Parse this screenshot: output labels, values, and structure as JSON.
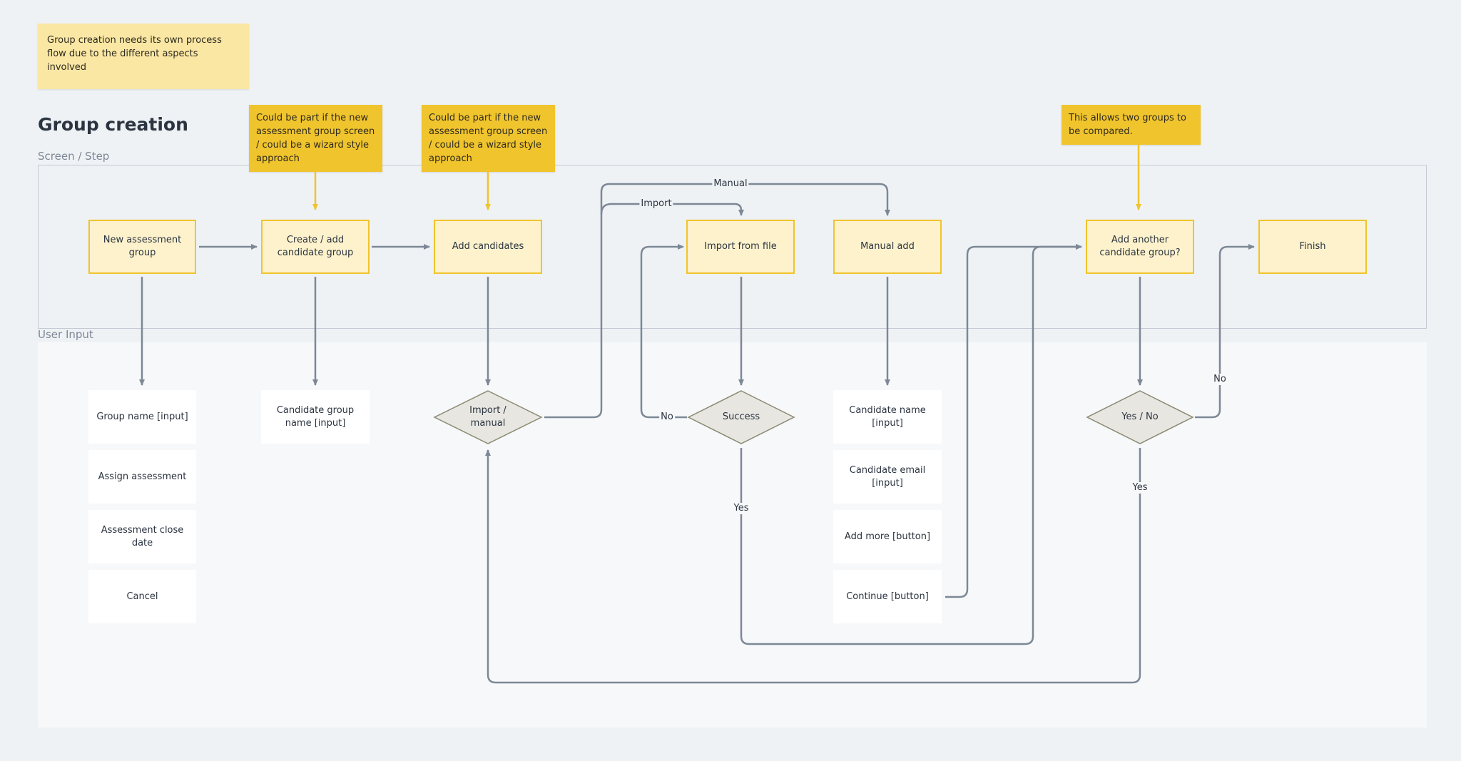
{
  "notes": {
    "group_note": "Group creation needs its own process flow due to the different aspects involved",
    "wizard_note_1": "Could be part if the new assessment group screen / could be a wizard style approach",
    "wizard_note_2": "Could be part if the new assessment group screen / could be a wizard style approach",
    "compare_note": "This allows two groups to be compared."
  },
  "title": "Group creation",
  "lanes": {
    "screen": "Screen / Step",
    "input": "User Input"
  },
  "screens": {
    "new_group": "New assessment group",
    "create_candidate_group": "Create / add candidate group",
    "add_candidates": "Add candidates",
    "import_file": "Import from file",
    "manual_add": "Manual add",
    "add_another": "Add another candidate group?",
    "finish": "Finish"
  },
  "inputs": {
    "group_name": "Group name [input]",
    "assign_assessment": "Assign assessment",
    "close_date": "Assessment close date",
    "cancel": "Cancel",
    "candidate_group_name": "Candidate group name [input]",
    "candidate_name": "Candidate name [input]",
    "candidate_email": "Candidate email [input]",
    "add_more": "Add more [button]",
    "continue": "Continue [button]"
  },
  "decisions": {
    "import_manual": "Import / manual",
    "success": "Success",
    "yes_no": "Yes / No"
  },
  "edge_labels": {
    "manual": "Manual",
    "import": "Import",
    "no_success": "No",
    "yes_success": "Yes",
    "no_finish": "No",
    "yes_loop": "Yes"
  },
  "colors": {
    "background": "#eff2f5",
    "sticky_light": "#fae7a4",
    "sticky_dark": "#f0c42d",
    "screen_fill": "#fdf2cc",
    "screen_border": "#f0c42d",
    "decision_fill": "#e7e6e1",
    "connector": "#7d8896"
  }
}
